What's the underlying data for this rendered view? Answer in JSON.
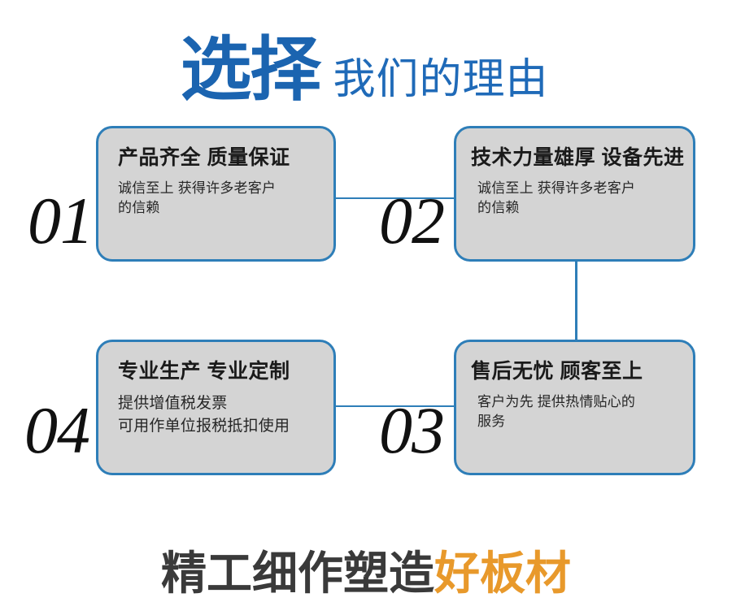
{
  "header": {
    "strong_text": "选择",
    "light_text": "我们的理由",
    "strong_color": "#1b64b0",
    "light_color": "#1f6ab8"
  },
  "cards": [
    {
      "number": "01",
      "title": "产品齐全 质量保证",
      "body_lines": [
        "诚信至上 获得许多老客户",
        "的信赖"
      ],
      "body": "诚信至上 获得许多老客户的信赖"
    },
    {
      "number": "02",
      "title": "技术力量雄厚 设备先进",
      "body_lines": [
        "诚信至上 获得许多老客户",
        "的信赖"
      ],
      "body": "诚信至上 获得许多老客户的信赖"
    },
    {
      "number": "03",
      "title": "售后无忧 顾客至上",
      "body_lines": [
        "客户为先 提供热情贴心的",
        "服务"
      ],
      "body": "客户为先 提供热情贴心的服务"
    },
    {
      "number": "04",
      "title": "专业生产 专业定制",
      "body_lines": [
        "提供增值税发票",
        "可用作单位报税抵扣使用"
      ],
      "body": "提供增值税发票 可用作单位报税抵扣使用"
    }
  ],
  "footer": {
    "dark_text": "精工细作塑造",
    "accent_text": "好板材",
    "dark_color": "#3a3a3a",
    "accent_color": "#e8992b"
  },
  "theme": {
    "card_fill": "#d4d4d4",
    "card_border": "#2e7eb8",
    "connector": "#2e7eb8",
    "background": "#ffffff"
  }
}
